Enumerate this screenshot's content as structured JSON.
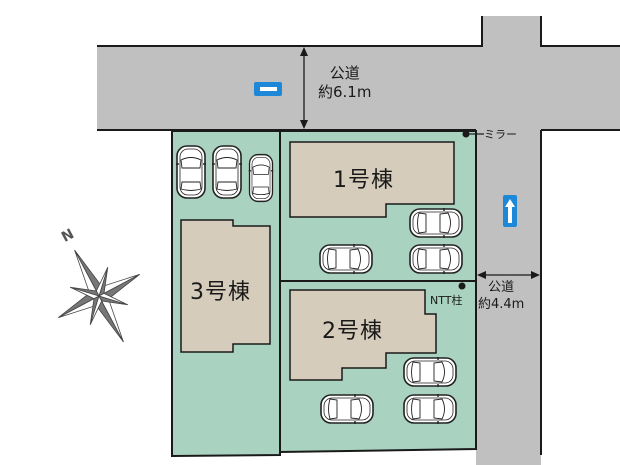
{
  "colors": {
    "road": "#c0c0c0",
    "lot": "#a9d2c0",
    "building": "#d6ccbc",
    "outline": "#1a1a1a",
    "sign_blue": "#1e88d8"
  },
  "roads": {
    "north": {
      "label": "公道",
      "width": "約6.1m",
      "sign": "no-entry-sign-icon"
    },
    "east": {
      "label": "公道",
      "width": "約4.4m",
      "sign": "one-way-arrow-icon"
    }
  },
  "buildings": [
    {
      "label": "1号棟"
    },
    {
      "label": "2号棟"
    },
    {
      "label": "3号棟"
    }
  ],
  "markers": {
    "mirror": "ミラー",
    "ntt_pole": "NTT柱"
  },
  "compass": {
    "north_label": "N"
  }
}
